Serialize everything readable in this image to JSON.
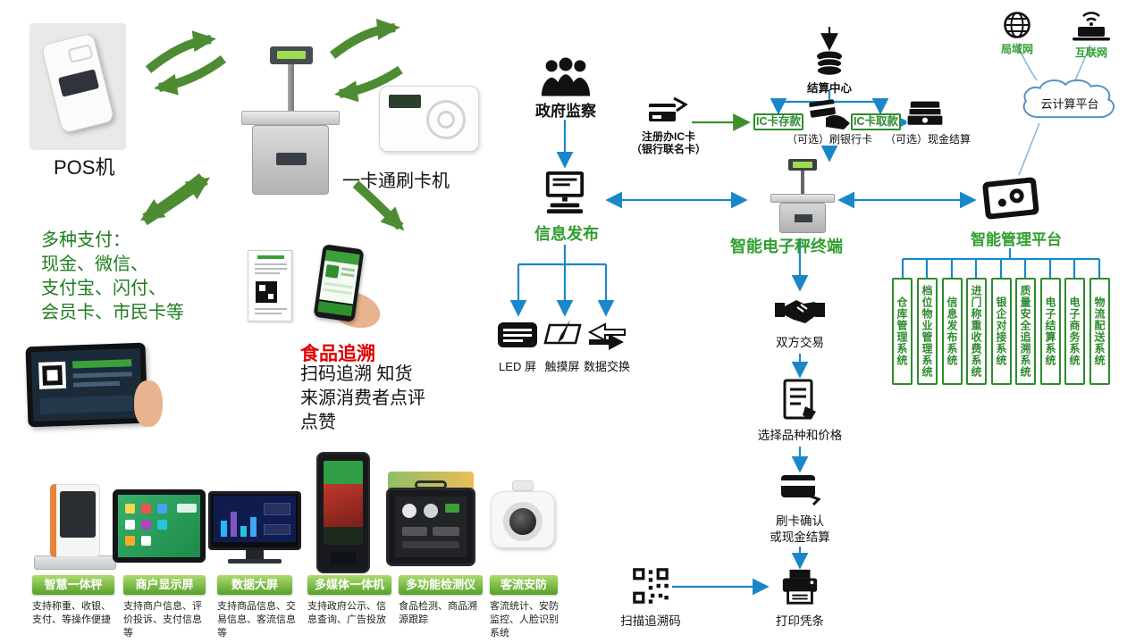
{
  "colors": {
    "accent_green": "#2f9e2f",
    "arrow_green": "#4e8c33",
    "arrow_blue": "#1b87cb",
    "alert_red": "#e00000"
  },
  "left": {
    "pos_label": "POS机",
    "card_reader_label": "一卡通刷卡机",
    "payment_lines": [
      "多种支付：",
      "现金、微信、",
      "支付宝、闪付、",
      "会员卡、市民卡等"
    ],
    "food_trace_title": "食品追溯",
    "food_trace_lines": [
      "扫码追溯  知货",
      "来源消费者点评",
      "点赞"
    ]
  },
  "products": [
    {
      "label": "智慧一体秤",
      "desc": "支持称重、收银、支付、等操作便捷"
    },
    {
      "label": "商户显示屏",
      "desc": "支持商户信息、评价投诉、支付信息等"
    },
    {
      "label": "数据大屏",
      "desc": "支持商品信息、交易信息、客流信息等"
    },
    {
      "label": "多媒体一体机",
      "desc": "支持政府公示、信息查询、广告投放"
    },
    {
      "label": "多功能检测仪",
      "desc": "食品检测、商品溯源跟踪"
    },
    {
      "label": "客流安防",
      "desc": "客流统计、安防监控、人脸识别系统"
    }
  ],
  "flow": {
    "government": "政府监察",
    "info_publish": "信息发布",
    "settlement_center": "结算中心",
    "register_line1": "注册办IC卡",
    "register_line2": "（银行联名卡）",
    "ic_deposit": "IC卡存款",
    "swipe_bank_card": "（可选）刷银行卡",
    "ic_withdraw": "IC卡取款",
    "cash_settle": "（可选）现金结算",
    "lan": "局域网",
    "internet": "互联网",
    "cloud": "云计算平台",
    "scale_terminal": "智能电子秤终端",
    "mgmt_platform": "智能管理平台",
    "led_screen": "LED 屏",
    "touch_screen": "触摸屏",
    "data_exchange": "数据交换",
    "mutual_trade": "双方交易",
    "select_price": "选择品种和价格",
    "confirm_line1": "刷卡确认",
    "confirm_line2": "或现金结算",
    "scan_trace": "扫描追溯码",
    "print_receipt": "打印凭条",
    "systems": [
      "仓库管理系统",
      "档位物业管理系统",
      "信息发布系统",
      "进门称重收费系统",
      "银企对接系统",
      "质量安全追溯系统",
      "电子结算系统",
      "电子商务系统",
      "物流配送系统"
    ]
  }
}
